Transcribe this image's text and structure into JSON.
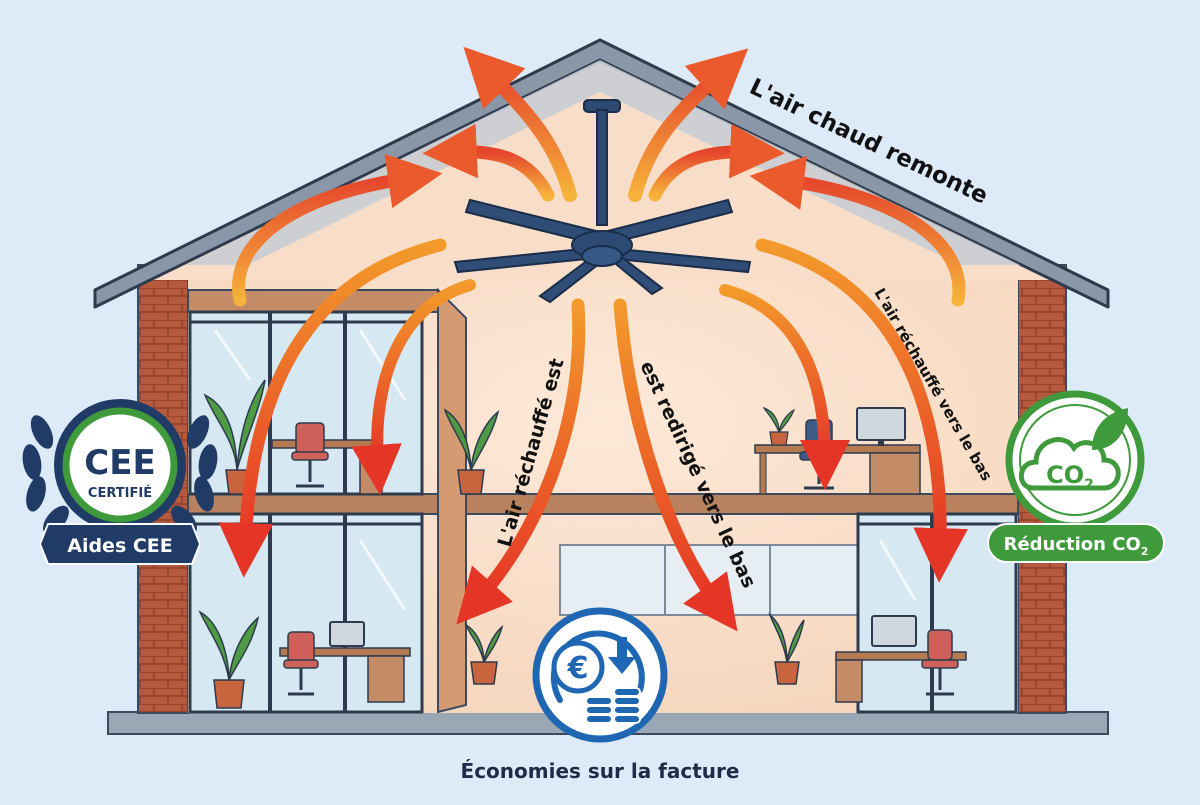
{
  "labels": {
    "hot_air_rises": "L'air chaud remonte",
    "left_down_1": "L'air réchauffé est",
    "left_down_2": "est redirigé vers le bas",
    "right_down": "L'air réchauffé vers le bas",
    "savings": "Économies sur la facture"
  },
  "badges": {
    "cee_top": "CEE",
    "cee_mid": "CERTIFIÉ",
    "cee_ribbon": "Aides CEE",
    "co2_icon": "CO",
    "co2_icon_sub": "2",
    "co2_ribbon": "Réduction CO",
    "co2_ribbon_sub": "2",
    "euro_symbol": "€"
  },
  "colors": {
    "sky": "#dcebf7",
    "roof": "#8a97a8",
    "brick": "#b65a3e",
    "interior": "#fbe3cf",
    "glass": "#d6e8f2",
    "navy": "#1f3b66",
    "green": "#3f9a3c",
    "blue": "#1f66b3",
    "arrow_hot": "#e53e2a",
    "arrow_warm": "#f39a2b"
  },
  "icons": [
    "ceiling-fan-icon",
    "laurel-icon",
    "leaf-icon",
    "euro-icon",
    "down-arrow-icon",
    "coin-stack-icon",
    "plant-icon",
    "office-chair-icon",
    "monitor-icon",
    "desk-icon"
  ]
}
